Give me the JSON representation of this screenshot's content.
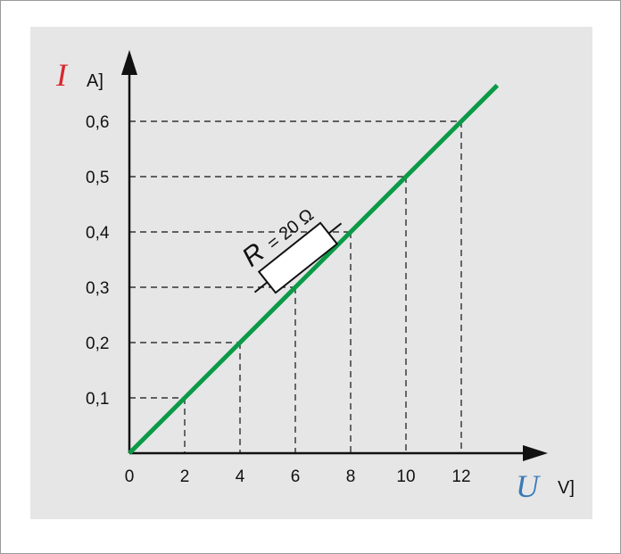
{
  "chart_data": {
    "type": "line",
    "x_symbol": "U",
    "x_unit": "V]",
    "y_symbol": "I",
    "y_unit": "A]",
    "origin_label": "0",
    "x_ticks": [
      "2",
      "4",
      "6",
      "8",
      "10",
      "12"
    ],
    "y_ticks": [
      "0,1",
      "0,2",
      "0,3",
      "0,4",
      "0,5",
      "0,6"
    ],
    "xlim": [
      0,
      14
    ],
    "ylim": [
      0,
      0.7
    ],
    "series": [
      {
        "x": [
          0,
          13.3
        ],
        "y": [
          0,
          0.665
        ]
      }
    ],
    "reference_points": [
      {
        "x": 2,
        "y": 0.1
      },
      {
        "x": 4,
        "y": 0.2
      },
      {
        "x": 6,
        "y": 0.3
      },
      {
        "x": 8,
        "y": 0.4
      },
      {
        "x": 10,
        "y": 0.5
      },
      {
        "x": 12,
        "y": 0.6
      }
    ],
    "annotation": {
      "symbol": "R",
      "value": "= 20 Ω"
    },
    "grid": false,
    "colors": {
      "line": "#0a9a48",
      "x_symbol": "#3a7ab8",
      "y_symbol": "#d7282f",
      "panel": "#e6e6e6"
    }
  }
}
